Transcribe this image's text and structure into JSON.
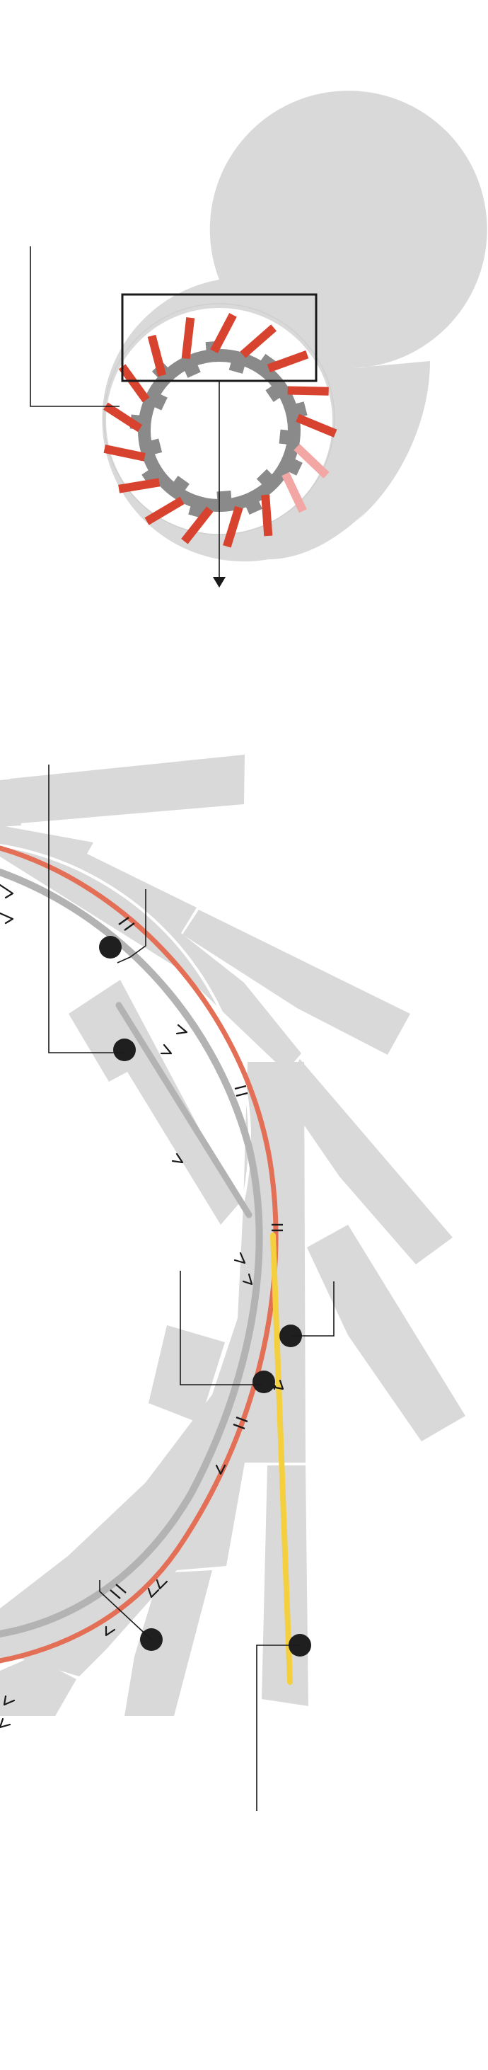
{
  "diagram": {
    "colors": {
      "background": "#ffffff",
      "building": "#d9d9d9",
      "ring_beam": "#e36f56",
      "ring_inner": "#b3b3b3",
      "transfer_line": "#f4d03f",
      "magnet_dark": "#8a8a8a",
      "module_red": "#d8432f",
      "module_pink": "#f2a7a5",
      "leader_line": "#1a1a1a",
      "station_dot": "#1f1f1f",
      "zoom_box": "#1a1a1a"
    },
    "icons": {
      "station": "filled-circle",
      "flow_arrow": "arrowhead",
      "zoom_pointer": "down-triangle-arrow"
    }
  }
}
